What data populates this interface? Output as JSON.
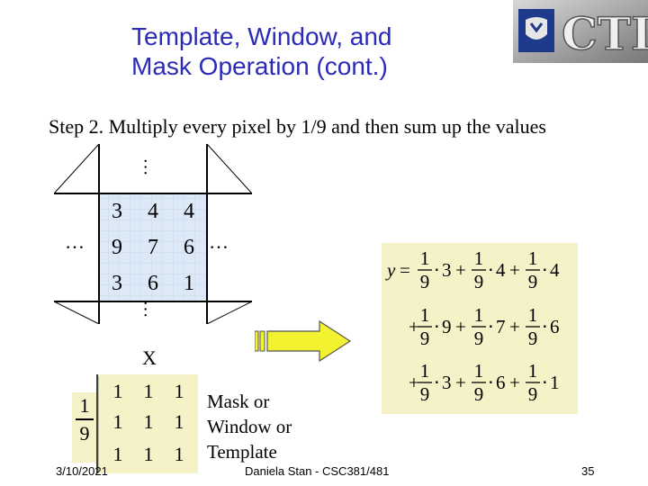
{
  "title": {
    "line1": "Template, Window, and",
    "line2": "Mask Operation (cont.)"
  },
  "logo": {
    "text": "CTI",
    "icon": "university-logo"
  },
  "subtitle": "Step 2. Multiply every pixel by 1/9 and then sum up the values",
  "image_grid": {
    "rows": [
      [
        "3",
        "4",
        "4"
      ],
      [
        "9",
        "7",
        "6"
      ],
      [
        "3",
        "6",
        "1"
      ]
    ],
    "ellipsis": "…",
    "colors": {
      "cell": "#dde9f7",
      "line": "#000000"
    }
  },
  "operator": "X",
  "mask": {
    "scale": {
      "numerator": "1",
      "denominator": "9"
    },
    "rows": [
      [
        "1",
        "1",
        "1"
      ],
      [
        "1",
        "1",
        "1"
      ],
      [
        "1",
        "1",
        "1"
      ]
    ],
    "label": [
      "Mask or",
      "Window or",
      "Template"
    ],
    "cell_color": "#f5f2c8"
  },
  "equation": {
    "box_color": "#f5f2c8",
    "variable": "y",
    "equals": "=",
    "coefficient": {
      "numerator": "1",
      "denominator": "9"
    },
    "lines": [
      {
        "lead": "",
        "terms": [
          "3",
          "4",
          "4"
        ]
      },
      {
        "lead": "+",
        "terms": [
          "9",
          "7",
          "6"
        ]
      },
      {
        "lead": "+",
        "terms": [
          "3",
          "6",
          "1"
        ]
      }
    ],
    "dot": "⋅",
    "plus": "+"
  },
  "arrow": {
    "color": "#f2f230",
    "icon": "right-arrow-icon"
  },
  "footer": {
    "date": "3/10/2021",
    "author": "Daniela Stan - CSC381/481",
    "page": "35"
  }
}
